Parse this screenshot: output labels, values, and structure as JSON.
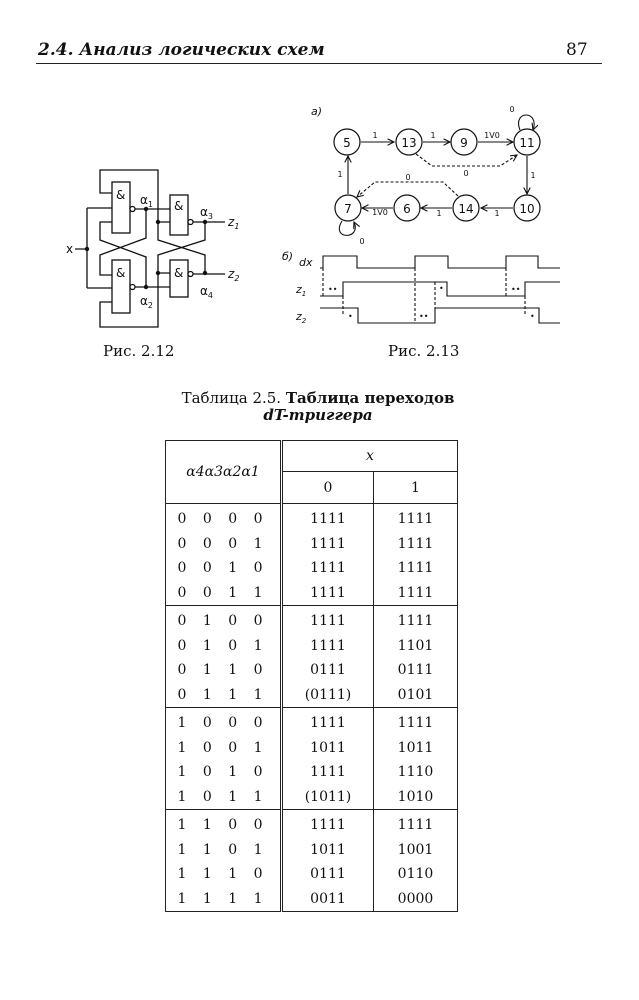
{
  "header": {
    "section_title": "2.4. Анализ логических схем",
    "page_number": "87"
  },
  "figure_2_12": {
    "caption": "Рис. 2.12",
    "gate_symbol": "&",
    "input_label": "x",
    "labels": {
      "a1": "α",
      "a1_sub": "1",
      "a2": "α",
      "a2_sub": "2",
      "a3": "α",
      "a3_sub": "3",
      "a4": "α",
      "a4_sub": "4",
      "z1": "z",
      "z1_sub": "1",
      "z2": "z",
      "z2_sub": "2"
    }
  },
  "figure_2_13": {
    "caption": "Рис. 2.13",
    "part_a_label": "а)",
    "part_b_label": "б)",
    "states": [
      "5",
      "13",
      "9",
      "11",
      "10",
      "14",
      "6",
      "7"
    ],
    "edge_labels": {
      "e5_13": "1",
      "e13_9": "1",
      "e9_11": "1V0",
      "e11_self": "0",
      "e13_11": "0",
      "e11_10": "1",
      "e10_14": "1",
      "e14_6": "1",
      "e14_7": "0",
      "e6_7": "1V0",
      "e7_self": "0",
      "e7_5": "1"
    },
    "signals": {
      "dx": "dx",
      "z1": "z",
      "z1_sub": "1",
      "z2": "z",
      "z2_sub": "2"
    },
    "delay_marks": {
      "d1": "••",
      "d2": "•",
      "d3": "••",
      "d4": "•",
      "d5": "••",
      "d6": "•"
    }
  },
  "table": {
    "caption_prefix": "Таблица 2.5.",
    "caption_bold": "Таблица переходов",
    "caption_line2": "dT-триггера",
    "row_header": "α4α3α2α1",
    "col_group_header": "x",
    "col_headers": [
      "0",
      "1"
    ],
    "rows": [
      [
        "0 0 0 0",
        "1111",
        "1111"
      ],
      [
        "0 0 0 1",
        "1111",
        "1111"
      ],
      [
        "0 0 1 0",
        "1111",
        "1111"
      ],
      [
        "0 0 1 1",
        "1111",
        "1111"
      ],
      [
        "0 1 0 0",
        "1111",
        "1111"
      ],
      [
        "0 1 0 1",
        "1111",
        "1101"
      ],
      [
        "0 1 1 0",
        "0111",
        "0111"
      ],
      [
        "0 1 1 1",
        "(0111)",
        "0101"
      ],
      [
        "1 0 0 0",
        "1111",
        "1111"
      ],
      [
        "1 0 0 1",
        "1011",
        "1011"
      ],
      [
        "1 0 1 0",
        "1111",
        "1110"
      ],
      [
        "1 0 1 1",
        "(1011)",
        "1010"
      ],
      [
        "1 1 0 0",
        "1111",
        "1111"
      ],
      [
        "1 1 0 1",
        "1011",
        "1001"
      ],
      [
        "1 1 1 0",
        "0111",
        "0110"
      ],
      [
        "1 1 1 1",
        "0011",
        "0000"
      ]
    ]
  }
}
